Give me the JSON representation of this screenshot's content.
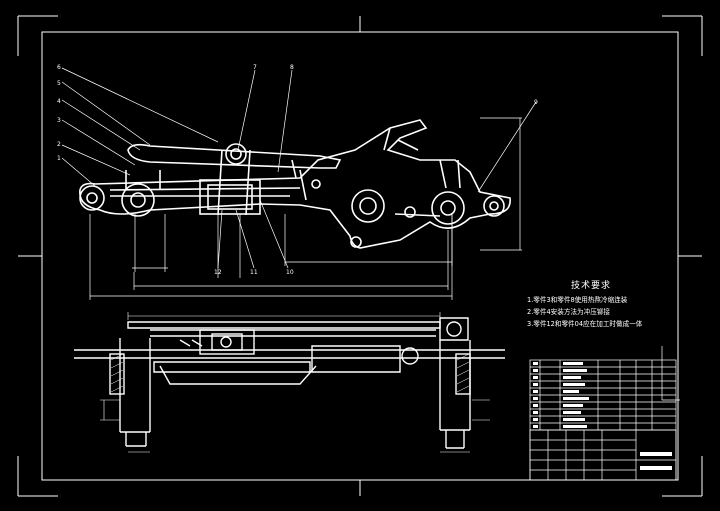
{
  "drawing": {
    "callouts": [
      "6",
      "5",
      "4",
      "3",
      "2",
      "1",
      "7",
      "8",
      "9"
    ],
    "lower_callouts": [
      "12",
      "11",
      "10"
    ]
  },
  "technical_requirements": {
    "title": "技术要求",
    "lines": [
      "1.零件3和零件8使用热熬冷缩连装",
      "2.零件4安装方法为冲压铆接",
      "3.零件12和零件04应在加工时做成一体"
    ]
  },
  "colors": {
    "background": "#000000",
    "line": "#ffffff"
  }
}
